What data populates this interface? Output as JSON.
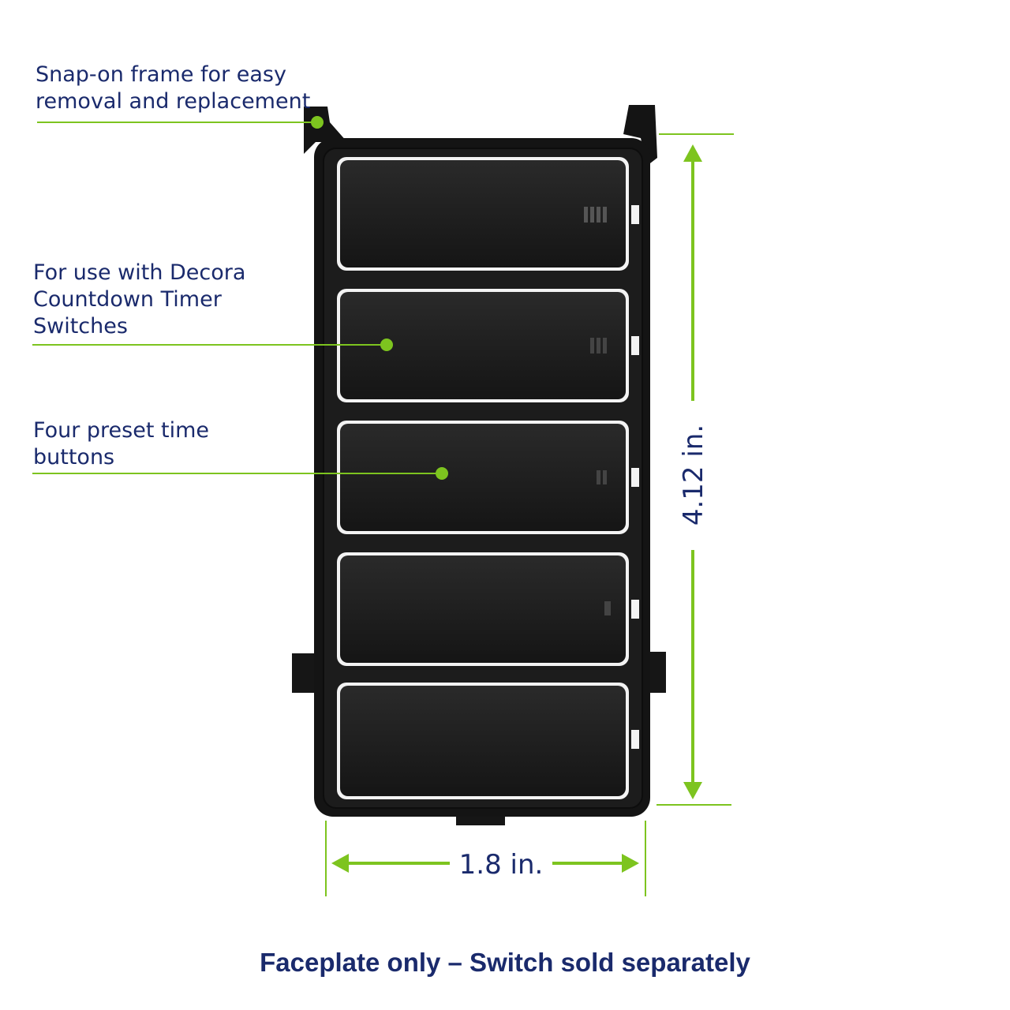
{
  "callouts": {
    "snap_on": [
      "Snap-on frame for easy",
      "removal and replacement"
    ],
    "decora": [
      "For use with Decora",
      "Countdown Timer",
      "Switches"
    ],
    "preset": [
      "Four preset time",
      "buttons"
    ]
  },
  "dimensions": {
    "height_label": "4.12 in.",
    "width_label": "1.8 in."
  },
  "footer": {
    "text": "Faceplate only – Switch sold separately"
  },
  "colors": {
    "accent_green": "#7dc41f",
    "text_navy": "#1a2a6c",
    "plate_black": "#1a1a1a"
  }
}
